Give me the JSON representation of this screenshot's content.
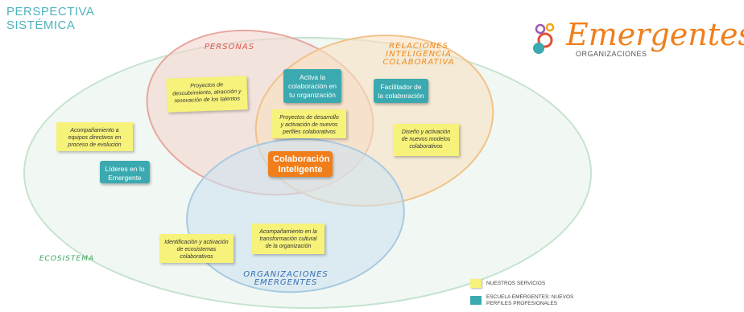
{
  "title": {
    "line1": "PERSPECTIVA",
    "line2": "SISTÉMICA"
  },
  "logo": {
    "name": "Emergentes",
    "sub": "ORGANIZACIONES"
  },
  "sections": {
    "personas": "PERSONAS",
    "relaciones": "RELACIONES\nINTELIGENCIA\nCOLABORATIVA",
    "organizaciones": "ORGANIZACIONES\nEMERGENTES",
    "ecosistema": "ECOSISTEMA"
  },
  "notes": {
    "proyectos_talentos": "Proyectos de\ndescubrimiento, atracción y\nrenovación de los talentos",
    "acompanamiento_equipos": "Acompañamiento a\nequipos directivos en\nproceso de evolución",
    "perfiles_colaborativos": "Proyectos de desarrollo\ny activación de nuevos\nperfiles colaborativos",
    "modelos_colaborativos": "Diseño y activación\nde nuevos modelos\ncolaborativos",
    "transformacion": "Acompañamiento en la\ntransformación cultural\nde la organización",
    "ecosistemas": "Identificación y activación\nde ecosistemas\ncolaborativos"
  },
  "teal_boxes": {
    "activa": "Activa la\ncolaboración en\ntu organización",
    "facilitador": "Facilitador de\nla colaboración",
    "lideres": "Líderes en lo\nEmergente"
  },
  "center": {
    "label": "Colaboración\nInteligente"
  },
  "legend": {
    "servicios": "NUESTROS SERVICIOS",
    "escuela": "ESCUELA EMERGENTES: NUEVOS\nPERFILES PROFESIONALES"
  },
  "colors": {
    "teal": "#3aa9b0",
    "yellow": "#f7f27a",
    "orange": "#f07f1b",
    "personas": "#d9584e",
    "relaciones": "#f08a1c",
    "organizaciones": "#3a6fb0",
    "ecosistema": "#3aa55a"
  }
}
